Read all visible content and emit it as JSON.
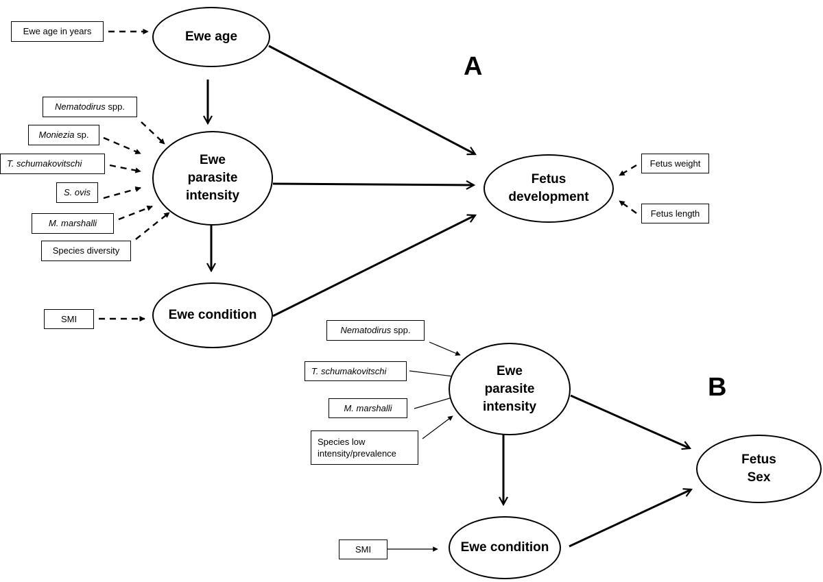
{
  "panel_a": {
    "letter": "A",
    "nodes": {
      "ewe_age": "Ewe age",
      "parasite_line1": "Ewe",
      "parasite_line2": "parasite",
      "parasite_line3": "intensity",
      "condition": "Ewe condition",
      "fetus_line1": "Fetus",
      "fetus_line2": "development"
    },
    "indicators": {
      "ewe_age_years": "Ewe age in years",
      "nematodirus_italic": "Nematodirus",
      "nematodirus_rest": " spp.",
      "moniezia_italic": "Moniezia",
      "moniezia_rest": " sp.",
      "t_schumakovitschi": "T. schumakovitschi",
      "s_ovis": "S. ovis",
      "m_marshalli": "M. marshalli",
      "species_diversity": "Species diversity",
      "smi": "SMI",
      "fetus_weight": "Fetus weight",
      "fetus_length": "Fetus length"
    }
  },
  "panel_b": {
    "letter": "B",
    "nodes": {
      "parasite_line1": "Ewe",
      "parasite_line2": "parasite",
      "parasite_line3": "intensity",
      "condition": "Ewe condition",
      "sex_line1": "Fetus",
      "sex_line2": "Sex"
    },
    "indicators": {
      "nematodirus_italic": "Nematodirus",
      "nematodirus_rest": " spp.",
      "t_schumakovitschi": "T. schumakovitschi",
      "m_marshalli": "M. marshalli",
      "species_low_line1": "Species low",
      "species_low_line2": "intensity/prevalence",
      "smi": "SMI"
    }
  }
}
